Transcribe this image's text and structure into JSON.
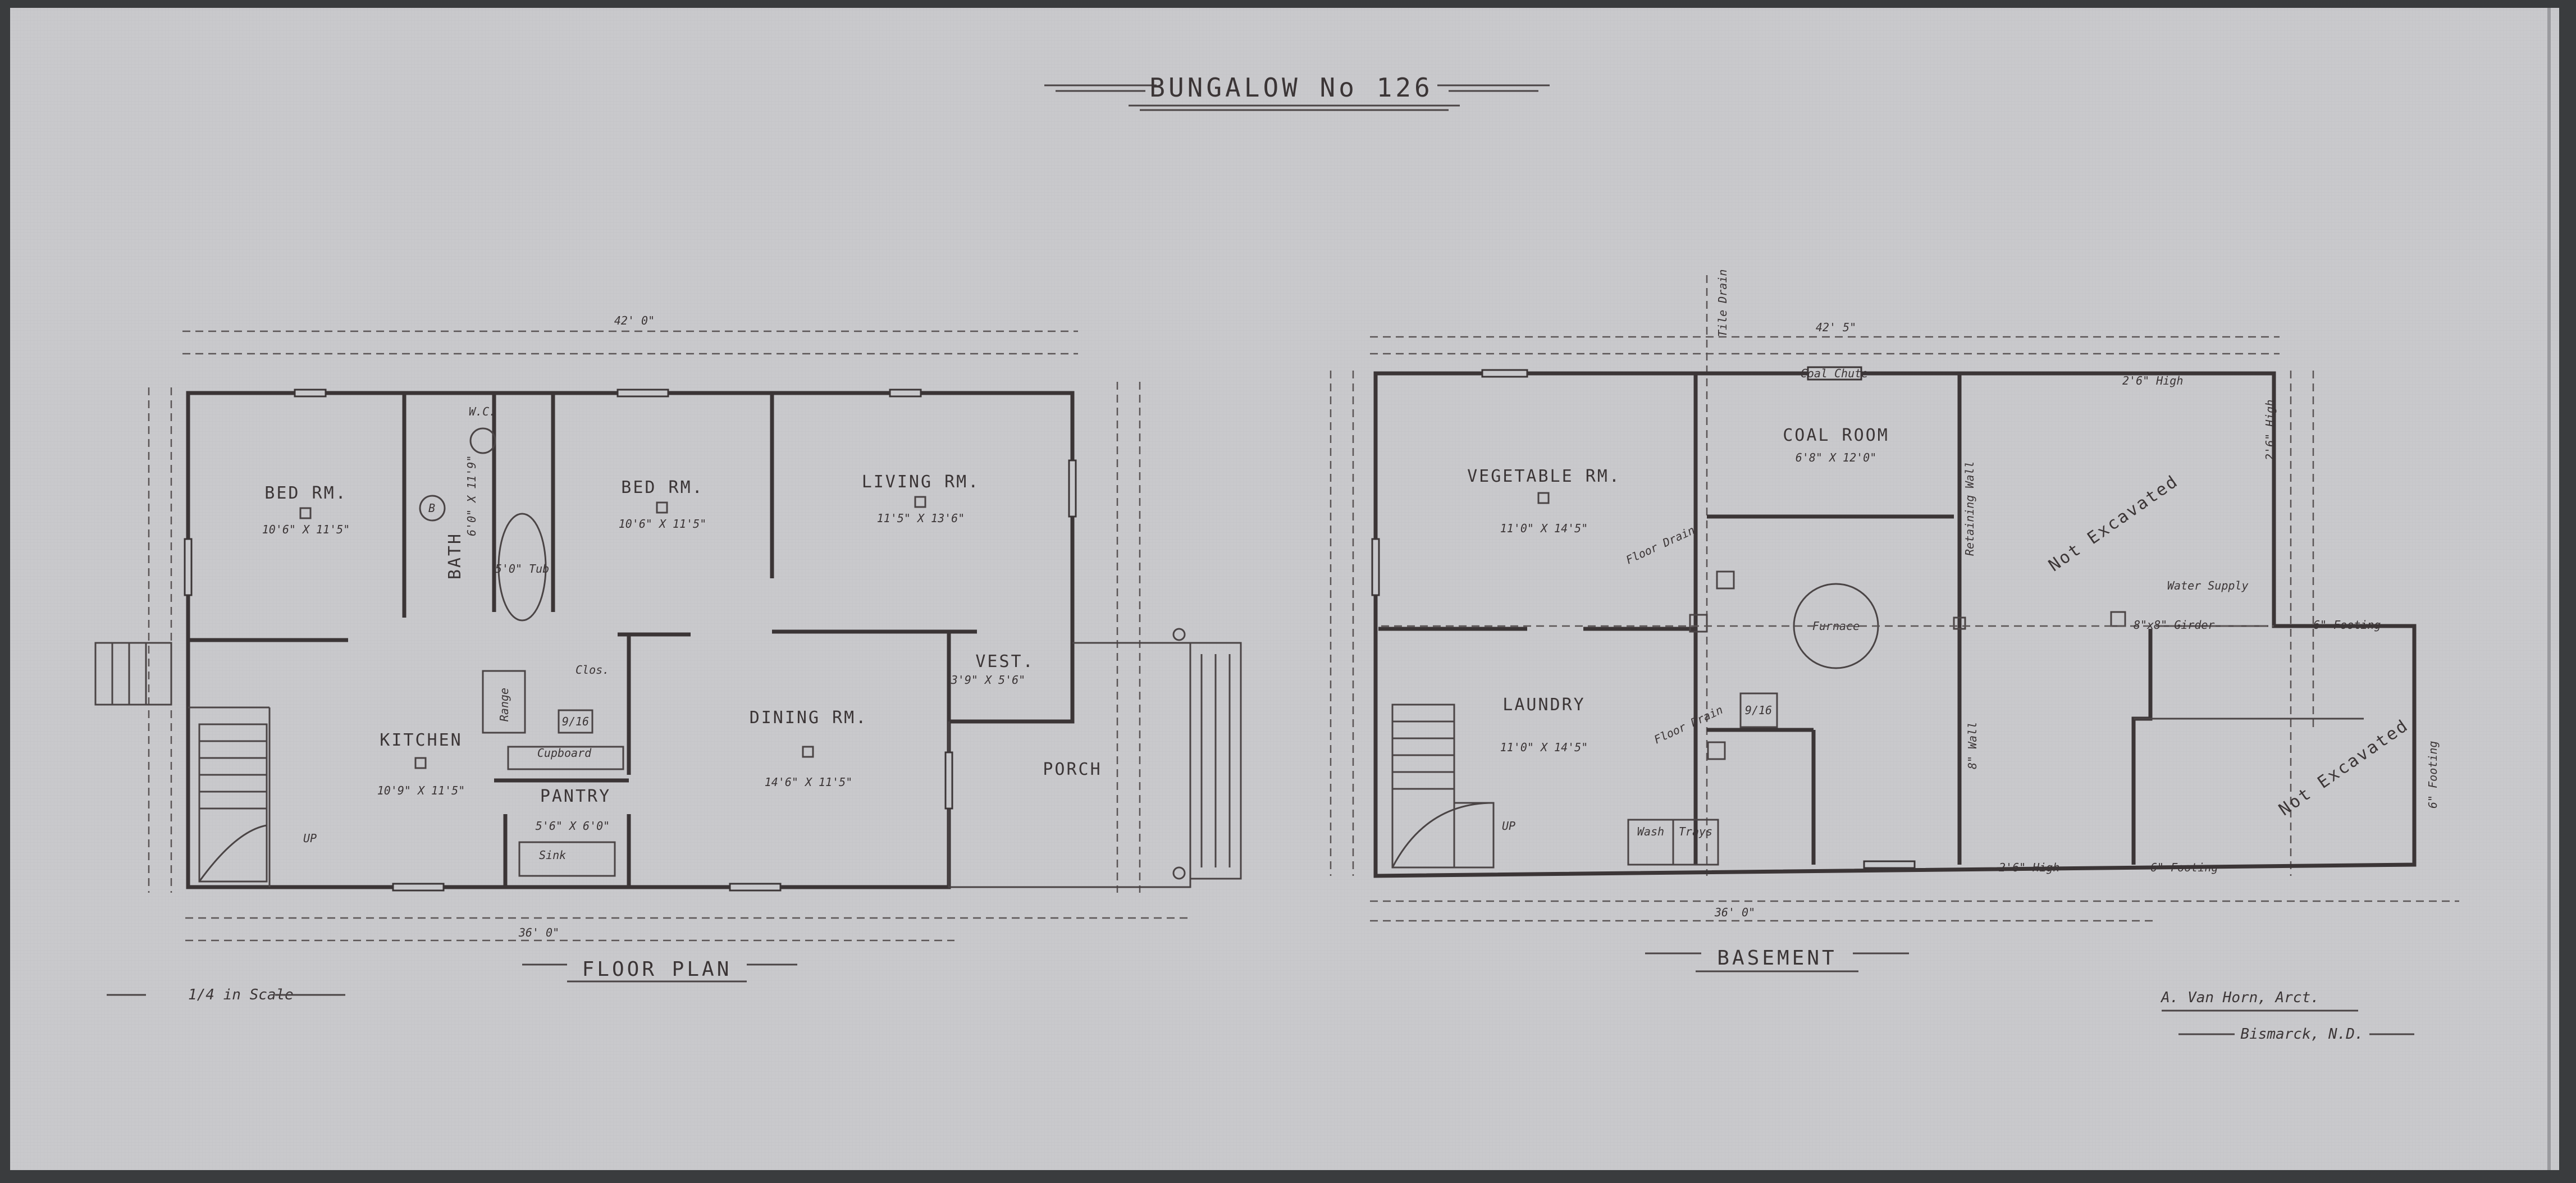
{
  "title": "BUNGALOW No 126",
  "floor_plan": {
    "heading": "FLOOR PLAN",
    "overall_width": "42' 0\"",
    "overall_length": "36' 0\"",
    "rooms": [
      {
        "id": "bed1",
        "name": "BED RM.",
        "size": "10'6\" X 11'5\""
      },
      {
        "id": "bath",
        "name": "BATH",
        "size": "6'0\" X 11'9\""
      },
      {
        "id": "bed2",
        "name": "BED RM.",
        "size": "10'6\" X 11'5\""
      },
      {
        "id": "living",
        "name": "LIVING RM.",
        "size": "11'5\" X 13'6\""
      },
      {
        "id": "kitchen",
        "name": "KITCHEN",
        "size": "10'9\" X 11'5\""
      },
      {
        "id": "dining",
        "name": "DINING RM.",
        "size": "14'6\" X 11'5\""
      },
      {
        "id": "pantry",
        "name": "PANTRY",
        "size": "5'6\" X 6'0\""
      },
      {
        "id": "vest",
        "name": "VEST.",
        "size": "3'9\" X 5'6\""
      },
      {
        "id": "porch",
        "name": "PORCH",
        "size": ""
      }
    ],
    "fixtures": {
      "tub": "5'0\" Tub",
      "range": "Range",
      "cupboard": "Cupboard",
      "sink": "Sink",
      "clos": "Clos.",
      "chimney": "9/16",
      "wc": "W.C.",
      "basin": "B",
      "up": "UP"
    }
  },
  "basement": {
    "heading": "BASEMENT",
    "overall_width": "42' 5\"",
    "overall_length": "36' 0\"",
    "rooms": [
      {
        "id": "vegetable",
        "name": "VEGETABLE RM.",
        "size": "11'0\" X 14'5\""
      },
      {
        "id": "coal",
        "name": "COAL ROOM",
        "size": "6'8\" X 12'0\""
      },
      {
        "id": "laundry",
        "name": "LAUNDRY",
        "size": "11'0\" X 14'5\""
      }
    ],
    "labels": {
      "not_excavated_1": "Not Excavated",
      "not_excavated_2": "Not Excavated",
      "furnace": "Furnace",
      "retaining_wall": "Retaining Wall",
      "wall_8": "8\" Wall",
      "high_top": "2'6\" High",
      "high_bottom": "2'6\" High",
      "high_right": "2'6\" High",
      "water_supply": "Water Supply",
      "girder": "8\"x8\" Girder",
      "footing_1": "6\" Footing",
      "footing_2": "6\" Footing",
      "footing_3": "6\" Footing",
      "coal_chute": "Coal Chute",
      "floor_drain_1": "Floor Drain",
      "floor_drain_2": "Floor Drain",
      "wash_trays": "Wash",
      "trays": "Trays",
      "chimney": "9/16",
      "tile_drain": "Tile Drain",
      "up": "UP"
    }
  },
  "scale": "1/4 in Scale",
  "architect": "A. Van Horn, Arct.",
  "location": "Bismarck, N.D."
}
